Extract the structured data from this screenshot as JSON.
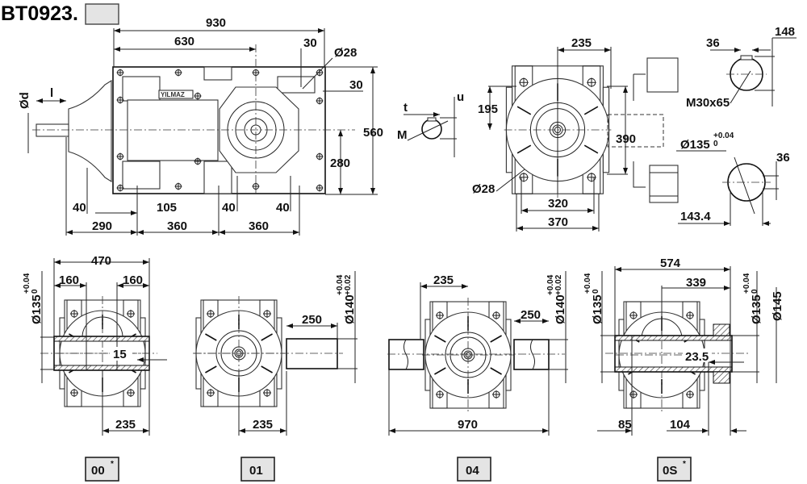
{
  "header": {
    "title": "BT0923.",
    "code_box": ""
  },
  "side_view": {
    "brand": "YILMAZ",
    "d_label": "Ød",
    "l_label": "l",
    "dims": {
      "overall_length": "930",
      "to_output_axis": "630",
      "top_offset": "30",
      "hole_dia": "Ø28",
      "right_offset": "30",
      "height": "560",
      "axis_height": "280",
      "foot_left": "40",
      "foot_span": "105",
      "foot_mid": "40",
      "foot_right": "40",
      "input_length": "290",
      "span_1": "360",
      "span_2": "360"
    }
  },
  "key_detail": {
    "t": "t",
    "u": "u",
    "M": "M"
  },
  "front_view": {
    "dims": {
      "axis_offset": "235",
      "half_height": "195",
      "height": "390",
      "hole_dia": "Ø28",
      "hole_span": "320",
      "width": "370"
    }
  },
  "shaft_details": {
    "top": {
      "width": "36",
      "height": "148",
      "thread": "M30x65"
    },
    "bottom": {
      "dia": "Ø135",
      "tol_upper": "+0.04",
      "tol_lower": "0",
      "key_width": "36",
      "key_depth": "143.4"
    }
  },
  "variants": [
    {
      "label": "00",
      "star": "*",
      "dims": {
        "width": "470",
        "left": "160",
        "right": "160",
        "gap": "15",
        "offset": "235",
        "dia": "Ø135",
        "tol_upper": "+0.04",
        "tol_lower": "0"
      }
    },
    {
      "label": "01",
      "star": "",
      "dims": {
        "shaft_len": "250",
        "offset": "235",
        "dia": "Ø140",
        "tol_upper": "+0.04",
        "tol_lower": "+0.02"
      }
    },
    {
      "label": "04",
      "star": "",
      "dims": {
        "offset": "235",
        "shaft_len": "250",
        "total": "970",
        "dia": "Ø140",
        "tol_upper": "+0.04",
        "tol_lower": "+0.02"
      }
    },
    {
      "label": "0S",
      "star": "*",
      "dims": {
        "total": "574",
        "partial": "339",
        "gap": "23.5",
        "left": "85",
        "right": "104",
        "dia_left": "Ø135",
        "tol_upper_left": "+0.04",
        "tol_lower_left": "0",
        "dia_right": "Ø135",
        "tol_upper_right": "+0.04",
        "tol_lower_right": "0",
        "dia_ring": "Ø145"
      }
    }
  ]
}
